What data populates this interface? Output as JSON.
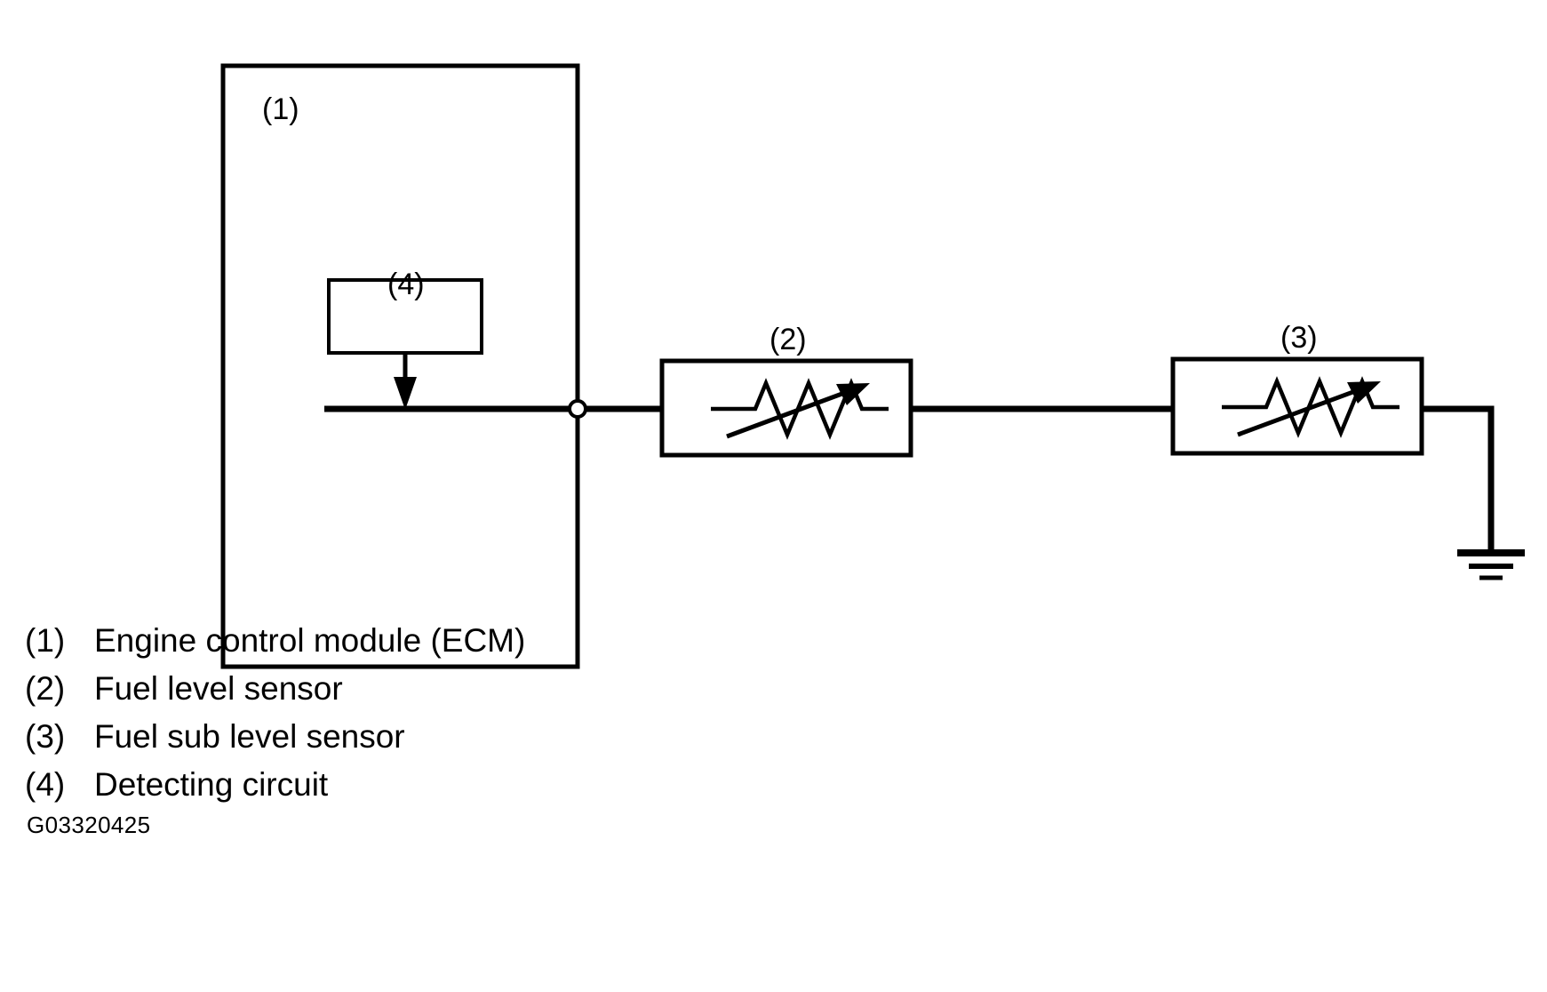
{
  "figure": {
    "code": "G03320425",
    "background_color": "#ffffff",
    "line_color": "#000000"
  },
  "components": {
    "ecm": {
      "ref": "(1)",
      "name": "Engine control module (ECM)"
    },
    "fuel_level_sensor": {
      "ref": "(2)",
      "name": "Fuel level sensor",
      "symbol": "variable-resistor"
    },
    "fuel_sub_level_sensor": {
      "ref": "(3)",
      "name": "Fuel sub level sensor",
      "symbol": "variable-resistor"
    },
    "detecting_circuit": {
      "ref": "(4)",
      "name": "Detecting circuit"
    },
    "ground": {
      "symbol": "earth-ground"
    }
  },
  "legend": {
    "items": [
      {
        "key": "(1)",
        "label": "Engine control module (ECM)"
      },
      {
        "key": "(2)",
        "label": "Fuel level sensor"
      },
      {
        "key": "(3)",
        "label": "Fuel sub level sensor"
      },
      {
        "key": "(4)",
        "label": "Detecting circuit"
      }
    ]
  }
}
